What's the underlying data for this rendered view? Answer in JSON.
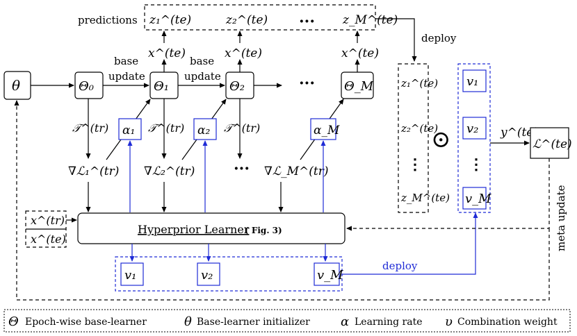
{
  "labels": {
    "predictions": "predictions",
    "deploy_top": "deploy",
    "base_update_1": "base",
    "base_update_1b": "update",
    "base_update_2": "base",
    "base_update_2b": "update",
    "deploy_bottom": "deploy",
    "meta_update": "meta update",
    "hyperprior": "Hyperprior Learner",
    "hyperprior_ref": "( Fig. 3)",
    "ellipsis": "···",
    "vdots": "⋮",
    "odot": "⊙"
  },
  "symbols": {
    "theta": "θ",
    "Theta0": "Θ₀",
    "Theta1": "Θ₁",
    "Theta2": "Θ₂",
    "ThetaM": "Θ_M",
    "alpha1": "α₁",
    "alpha2": "α₂",
    "alphaM": "α_M",
    "v1": "v₁",
    "v2": "v₂",
    "vM": "v_M",
    "x_te": "x^(te)",
    "x_tr": "x^(tr)",
    "y_te": "y^(te)",
    "L_te": "ℒ^(te)",
    "T_tr": "𝒯^(tr)",
    "gradL1": "∇ℒ₁^(tr)",
    "gradL2": "∇ℒ₂^(tr)",
    "gradLM": "∇ℒ_M^(tr)",
    "z1": "z₁^(te)",
    "z2": "z₂^(te)",
    "zM": "z_M^(te)"
  },
  "legend": {
    "item1_sym": "Θ",
    "item1_text": "Epoch-wise base-learner",
    "item2_sym": "θ",
    "item2_text": "Base-learner initializer",
    "item3_sym": "α",
    "item3_text": "Learning rate",
    "item4_sym": "υ",
    "item4_text": "Combination weight"
  },
  "colors": {
    "accent": "#1f2bd6",
    "line": "#000000"
  }
}
